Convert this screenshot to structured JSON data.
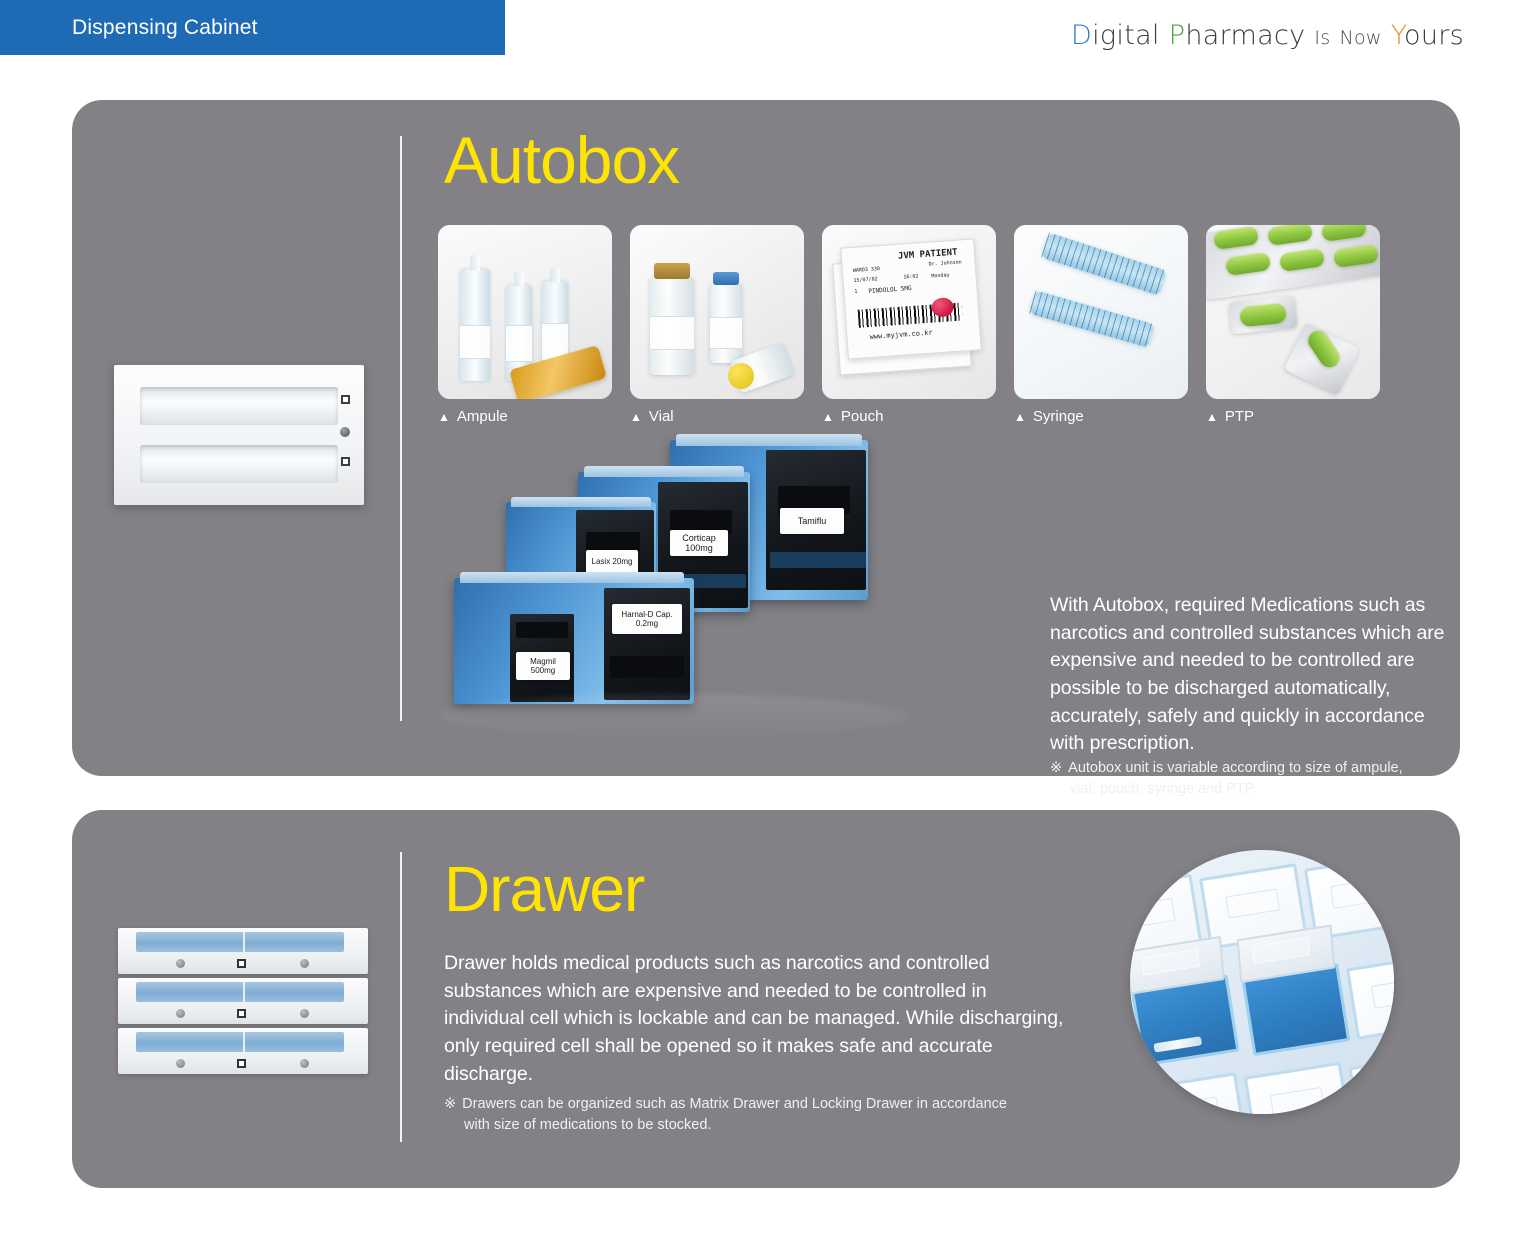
{
  "header": {
    "title": "Dispensing Cabinet",
    "bar_color": "#1f6ab4"
  },
  "brand": {
    "d": "D",
    "igital": "igital",
    "p": "P",
    "harmacy": "harmacy",
    "is": "Is",
    "now": "Now",
    "y": "Y",
    "ours": "ours",
    "color_d": "#2f7dc4",
    "color_p": "#4aa23c",
    "color_y": "#e8922a"
  },
  "sections": {
    "autobox": {
      "title": "Autobox",
      "title_color": "#ffe400",
      "thumbnails": [
        {
          "label": "Ampule",
          "marker": "▲",
          "icon": "ampule-icon"
        },
        {
          "label": "Vial",
          "marker": "▲",
          "icon": "vial-icon"
        },
        {
          "label": "Pouch",
          "marker": "▲",
          "icon": "pouch-icon"
        },
        {
          "label": "Syringe",
          "marker": "▲",
          "icon": "syringe-icon"
        },
        {
          "label": "PTP",
          "marker": "▲",
          "icon": "ptp-icon"
        }
      ],
      "pouch_photo_text": {
        "brand": "JVM PATIENT",
        "ward": "WARD3 330",
        "date": "15/07/02",
        "doctor": "Dr. Johnson",
        "day": "Monday",
        "qty": "1",
        "drug": "PINDOLOL 5MG",
        "time": "16:02",
        "url": "www.myjvm.co.kr"
      },
      "machine_labels": [
        "Tamiflu",
        "Corticap 100mg",
        "Lasix 20mg",
        "Harnal-D Cap. 0.2mg",
        "Magmil 500mg"
      ],
      "body": "With Autobox, required Medications such as narcotics and controlled substances which are expensive and needed to be controlled are possible to be discharged automatically, accurately, safely and quickly in accordance with prescription.",
      "note_mark": "※",
      "note_line1": "Autobox unit is variable according to size of ampule,",
      "note_line2": "vial, pouch, syringe and PTP."
    },
    "drawer": {
      "title": "Drawer",
      "title_color": "#ffe400",
      "body": "Drawer holds medical products such as narcotics and controlled substances which are expensive and needed to be controlled in individual cell which is lockable and can be managed. While discharging, only required cell shall be opened so it makes safe and accurate discharge.",
      "note_mark": "※",
      "note_line1": "Drawers can be organized such as Matrix Drawer and Locking Drawer in accordance",
      "note_line2": "with size of medications to be stocked."
    }
  },
  "colors": {
    "panel": "#838185",
    "accent_yellow": "#ffe400",
    "header_blue": "#1f6ab4"
  }
}
